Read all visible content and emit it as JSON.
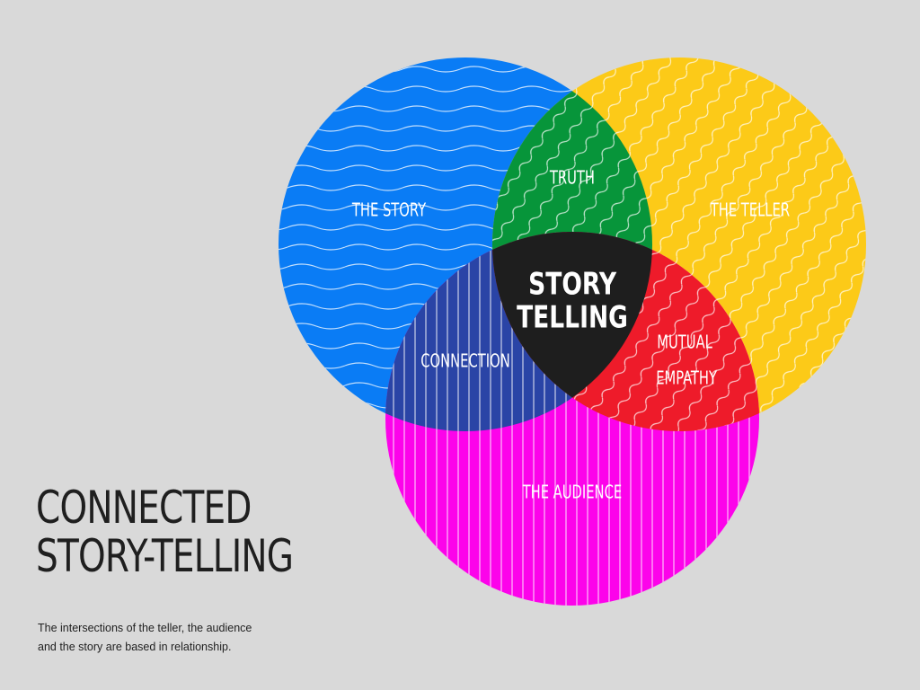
{
  "diagram": {
    "type": "venn",
    "sets": [
      {
        "id": "story",
        "label": "THE STORY",
        "color": "#0a7cf5"
      },
      {
        "id": "teller",
        "label": "THE TELLER",
        "color": "#fcca18"
      },
      {
        "id": "audience",
        "label": "THE AUDIENCE",
        "color": "#fc03ea"
      }
    ],
    "intersections": [
      {
        "sets": [
          "story",
          "teller"
        ],
        "label": "TRUTH",
        "color": "#07953a"
      },
      {
        "sets": [
          "story",
          "audience"
        ],
        "label": "CONNECTION",
        "color": "#2a44a6"
      },
      {
        "sets": [
          "teller",
          "audience"
        ],
        "label": "MUTUAL EMPATHY",
        "lines": [
          "MUTUAL",
          "EMPATHY"
        ],
        "color": "#ee1b2a"
      },
      {
        "sets": [
          "story",
          "teller",
          "audience"
        ],
        "label": "STORY TELLING",
        "lines": [
          "STORY",
          "TELLING"
        ],
        "color": "#1e1e1e"
      }
    ]
  },
  "title": {
    "line1": "CONNECTED",
    "line2": "STORY-TELLING"
  },
  "caption": {
    "line1": "The intersections of the teller, the audience",
    "line2": "and the story are based in relationship."
  }
}
